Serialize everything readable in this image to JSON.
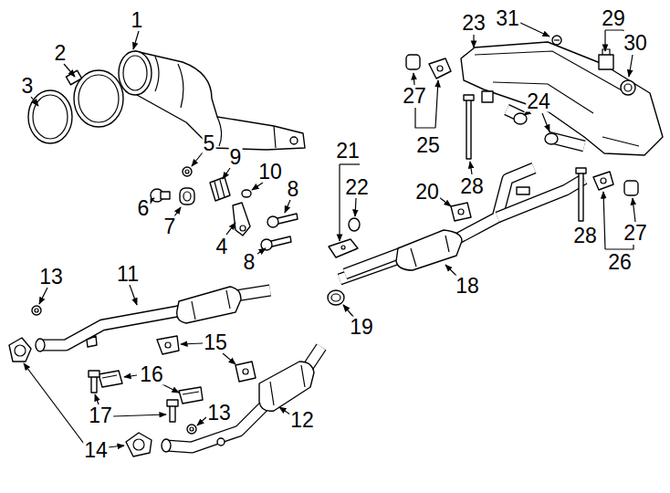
{
  "diagram": {
    "labels": [
      "1",
      "2",
      "3",
      "5",
      "9",
      "10",
      "6",
      "7",
      "4",
      "8",
      "8",
      "13",
      "11",
      "15",
      "16",
      "17",
      "13",
      "12",
      "14",
      "23",
      "31",
      "29",
      "30",
      "27",
      "25",
      "24",
      "21",
      "22",
      "20",
      "28",
      "28",
      "27",
      "26",
      "18",
      "19"
    ]
  }
}
